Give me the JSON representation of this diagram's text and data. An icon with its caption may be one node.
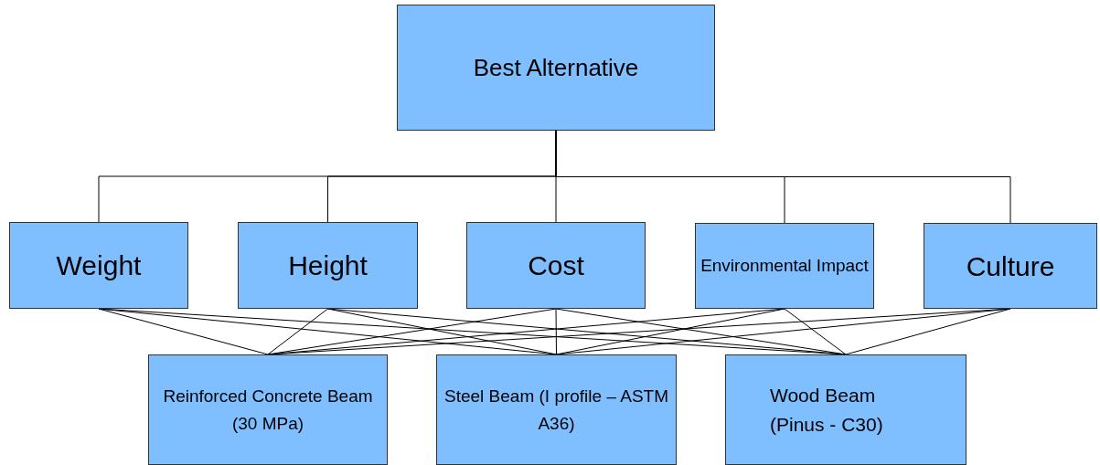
{
  "diagram": {
    "nodes": [
      {
        "text": [
          "Best Alternative"
        ]
      },
      {
        "text": [
          "Weight"
        ]
      },
      {
        "text": [
          "Height"
        ]
      },
      {
        "text": [
          "Cost"
        ]
      },
      {
        "text": [
          "Environmental Impact"
        ]
      },
      {
        "text": [
          "Culture"
        ]
      },
      {
        "text": [
          "Reinforced Concrete Beam (30 MPa)"
        ]
      },
      {
        "text": [
          "Steel Beam (I profile – ASTM A36)"
        ]
      },
      {
        "text": [
          "Wood Beam (Pinus - C30)"
        ]
      }
    ],
    "edges": [
      {
        "from": 0,
        "to": 1,
        "arrow": "none"
      },
      {
        "from": 0,
        "to": 2,
        "arrow": "none"
      },
      {
        "from": 0,
        "to": 3,
        "arrow": "none"
      },
      {
        "from": 0,
        "to": 4,
        "arrow": "none"
      },
      {
        "from": 0,
        "to": 5,
        "arrow": "none"
      },
      {
        "from": 1,
        "to": 6,
        "arrow": "none"
      },
      {
        "from": 1,
        "to": 7,
        "arrow": "none"
      },
      {
        "from": 1,
        "to": 8,
        "arrow": "none"
      },
      {
        "from": 2,
        "to": 6,
        "arrow": "none"
      },
      {
        "from": 2,
        "to": 7,
        "arrow": "none"
      },
      {
        "from": 2,
        "to": 8,
        "arrow": "none"
      },
      {
        "from": 3,
        "to": 6,
        "arrow": "none"
      },
      {
        "from": 3,
        "to": 7,
        "arrow": "none"
      },
      {
        "from": 3,
        "to": 8,
        "arrow": "none"
      },
      {
        "from": 4,
        "to": 6,
        "arrow": "none"
      },
      {
        "from": 4,
        "to": 7,
        "arrow": "none"
      },
      {
        "from": 4,
        "to": 8,
        "arrow": "none"
      },
      {
        "from": 5,
        "to": 6,
        "arrow": "none"
      },
      {
        "from": 5,
        "to": 7,
        "arrow": "none"
      },
      {
        "from": 5,
        "to": 8,
        "arrow": "none"
      }
    ]
  }
}
